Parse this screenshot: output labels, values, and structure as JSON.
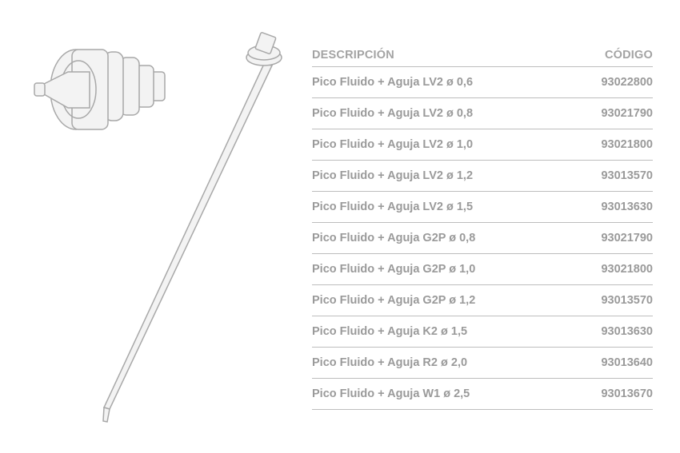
{
  "table": {
    "headers": {
      "description": "DESCRIPCIÓN",
      "code": "CÓDIGO"
    },
    "rows": [
      {
        "description": "Pico Fluido + Aguja LV2 ø 0,6",
        "code": "93022800"
      },
      {
        "description": "Pico Fluido + Aguja LV2 ø 0,8",
        "code": "93021790"
      },
      {
        "description": "Pico Fluido + Aguja LV2 ø 1,0",
        "code": "93021800"
      },
      {
        "description": "Pico Fluido + Aguja LV2 ø 1,2",
        "code": "93013570"
      },
      {
        "description": "Pico Fluido + Aguja LV2 ø 1,5",
        "code": "93013630"
      },
      {
        "description": "Pico Fluido + Aguja G2P ø 0,8",
        "code": "93021790"
      },
      {
        "description": "Pico Fluido + Aguja G2P ø 1,0",
        "code": "93021800"
      },
      {
        "description": "Pico Fluido + Aguja G2P ø 1,2",
        "code": "93013570"
      },
      {
        "description": "Pico Fluido + Aguja K2 ø 1,5",
        "code": "93013630"
      },
      {
        "description": "Pico Fluido + Aguja R2 ø 2,0",
        "code": "93013640"
      },
      {
        "description": "Pico Fluido + Aguja W1 ø 2,5",
        "code": "93013670"
      }
    ]
  },
  "colors": {
    "text": "#9a9a9a",
    "line": "#bdbdbd",
    "drawing": "#a8a8a8"
  }
}
